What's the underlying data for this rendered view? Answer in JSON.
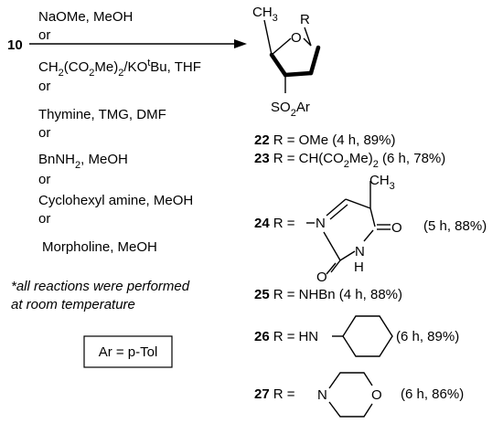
{
  "starting_material": "10",
  "conditions": [
    {
      "pre": "NaOMe, MeOH"
    },
    {
      "pre": "or"
    },
    {
      "pre": "CH",
      "sub1": "2",
      "mid": "(CO",
      "sub2": "2",
      "mid2": "Me)",
      "sub3": "2",
      "mid3": "/KO",
      "sup": "t",
      "post": "Bu, THF"
    },
    {
      "pre": "or"
    },
    {
      "pre": "Thymine, TMG, DMF"
    },
    {
      "pre": "or"
    },
    {
      "pre": "BnNH",
      "sub1": "2",
      "mid": ", MeOH"
    },
    {
      "pre": "or"
    },
    {
      "pre": "Cyclohexyl amine, MeOH"
    },
    {
      "pre": "or"
    },
    {
      "pre": "Morpholine, MeOH"
    }
  ],
  "note_line1": "*all reactions were performed",
  "note_line2": "at room temperature",
  "ar_box": "Ar = p-Tol",
  "product": {
    "ch3": "CH",
    "ch3_sub": "3",
    "o": "O",
    "r": "R",
    "so2ar_a": "SO",
    "so2ar_sub": "2",
    "so2ar_b": "Ar"
  },
  "compounds": [
    {
      "num": "22",
      "r": "R = OMe (4 h, 89%)"
    },
    {
      "num": "23",
      "r_a": "R = CH(CO",
      "r_sub": "2",
      "r_b": "Me)",
      "r_sub2": "2",
      "r_c": " (6 h, 78%)"
    },
    {
      "num": "24",
      "r": "R =",
      "res": "(5 h, 88%)"
    },
    {
      "num": "25",
      "r": "R = NHBn (4 h, 88%)"
    },
    {
      "num": "26",
      "r": "R =",
      "hn": "HN",
      "res": "(6 h, 89%)"
    },
    {
      "num": "27",
      "r": "R =",
      "res": "(6 h, 86%)"
    }
  ],
  "thymine": {
    "n1": "N",
    "o1": "O",
    "o2": "O",
    "nh_n": "N",
    "nh_h": "H",
    "ch3": "CH",
    "ch3_sub": "3"
  },
  "morpholine": {
    "n": "N",
    "o": "O"
  }
}
